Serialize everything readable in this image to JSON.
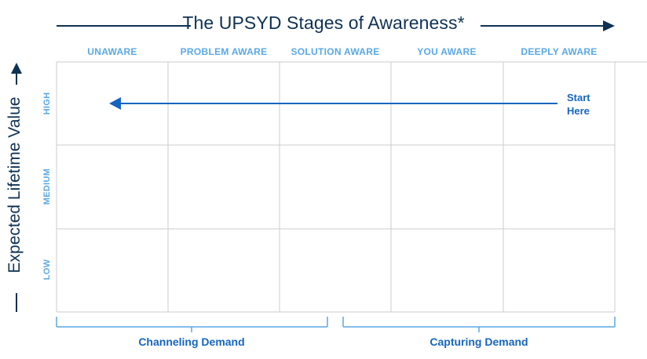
{
  "title": "The UPSYD Stages of Awareness*",
  "columns": [
    "UNAWARE",
    "PROBLEM AWARE",
    "SOLUTION AWARE",
    "YOU AWARE",
    "DEEPLY AWARE"
  ],
  "rows": [
    "HIGH",
    "MEDIUM",
    "LOW"
  ],
  "y_axis_label": "Expected Lifetime Value",
  "groups": {
    "left": "Channeling Demand",
    "right": "Capturing Demand"
  },
  "start_label": {
    "line1": "Start",
    "line2": "Here"
  },
  "colors": {
    "title": "#0f3154",
    "labels": "#5aa8e6",
    "accent": "#1565c0",
    "grid": "#cccccc"
  }
}
